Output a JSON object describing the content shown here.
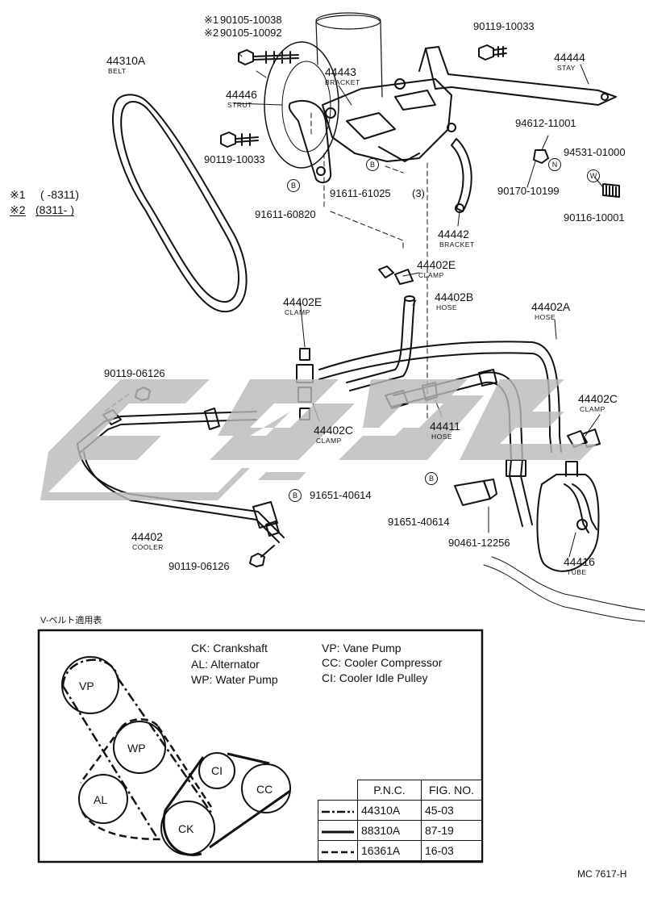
{
  "parts": {
    "belt": {
      "pn": "44310A",
      "name": "BELT"
    },
    "bolt_a": {
      "v1": "90105-10038",
      "v2": "90105-10092",
      "m1": "※1",
      "m2": "※2"
    },
    "bracket_44443": {
      "pn": "44443",
      "name": "BRACKET"
    },
    "strut": {
      "pn": "44446",
      "name": "STRUT"
    },
    "bolt_b": {
      "pn": "90119-10033"
    },
    "bolt_c": {
      "pn": "90119-10033"
    },
    "stay": {
      "pn": "44444",
      "name": "STAY"
    },
    "nut_94612": {
      "pn": "94612-11001"
    },
    "washer_94531": {
      "pn": "94531-01000"
    },
    "nut_90170": {
      "pn": "90170-10199"
    },
    "stud_90116": {
      "pn": "90116-10001"
    },
    "bolt_91611_61025": {
      "pn": "91611-61025",
      "qty": "(3)"
    },
    "bolt_91611_60820": {
      "pn": "91611-60820"
    },
    "bracket_44442": {
      "pn": "44442",
      "name": "BRACKET"
    },
    "clamp_e1": {
      "pn": "44402E",
      "name": "CLAMP"
    },
    "hose_b": {
      "pn": "44402B",
      "name": "HOSE"
    },
    "hose_a": {
      "pn": "44402A",
      "name": "HOSE"
    },
    "clamp_e2": {
      "pn": "44402E",
      "name": "CLAMP"
    },
    "bolt_06126_top": {
      "pn": "90119-06126"
    },
    "clamp_c1": {
      "pn": "44402C",
      "name": "CLAMP"
    },
    "clamp_c2": {
      "pn": "44402C",
      "name": "CLAMP"
    },
    "hose_44411": {
      "pn": "44411",
      "name": "HOSE"
    },
    "bolt_91651_a": {
      "pn": "91651-40614"
    },
    "bolt_91651_b": {
      "pn": "91651-40614"
    },
    "cooler": {
      "pn": "44402",
      "name": "COOLER"
    },
    "bolt_06126_bottom": {
      "pn": "90119-06126"
    },
    "clamp_90461": {
      "pn": "90461-12256"
    },
    "tube": {
      "pn": "44416",
      "name": "TUBE"
    }
  },
  "markers": {
    "b": "B",
    "n": "N",
    "w": "W"
  },
  "variants": {
    "row1_mark": "※1",
    "row1_range": "(      -8311)",
    "row2_mark": "※2",
    "row2_range": "(8311-         )"
  },
  "legend": {
    "title": "V-ベルト適用表",
    "abbr": [
      "CK: Crankshaft",
      "AL: Alternator",
      "WP: Water Pump",
      "VP: Vane Pump",
      "CC: Cooler Compressor",
      "CI: Cooler Idle Pulley"
    ],
    "pulleys": {
      "vp": "VP",
      "wp": "WP",
      "al": "AL",
      "ci": "CI",
      "cc": "CC",
      "ck": "CK"
    },
    "table": {
      "headers": [
        "P.N.C.",
        "FIG. NO."
      ],
      "rows": [
        {
          "line": "dash-dot",
          "pnc": "44310A",
          "fig": "45-03"
        },
        {
          "line": "solid",
          "pnc": "88310A",
          "fig": "87-19"
        },
        {
          "line": "dashed",
          "pnc": "16361A",
          "fig": "16-03"
        }
      ]
    }
  },
  "footer": {
    "code": "MC 7617-H"
  },
  "colors": {
    "ink": "#111111",
    "watermark": "#b9b9b9"
  }
}
